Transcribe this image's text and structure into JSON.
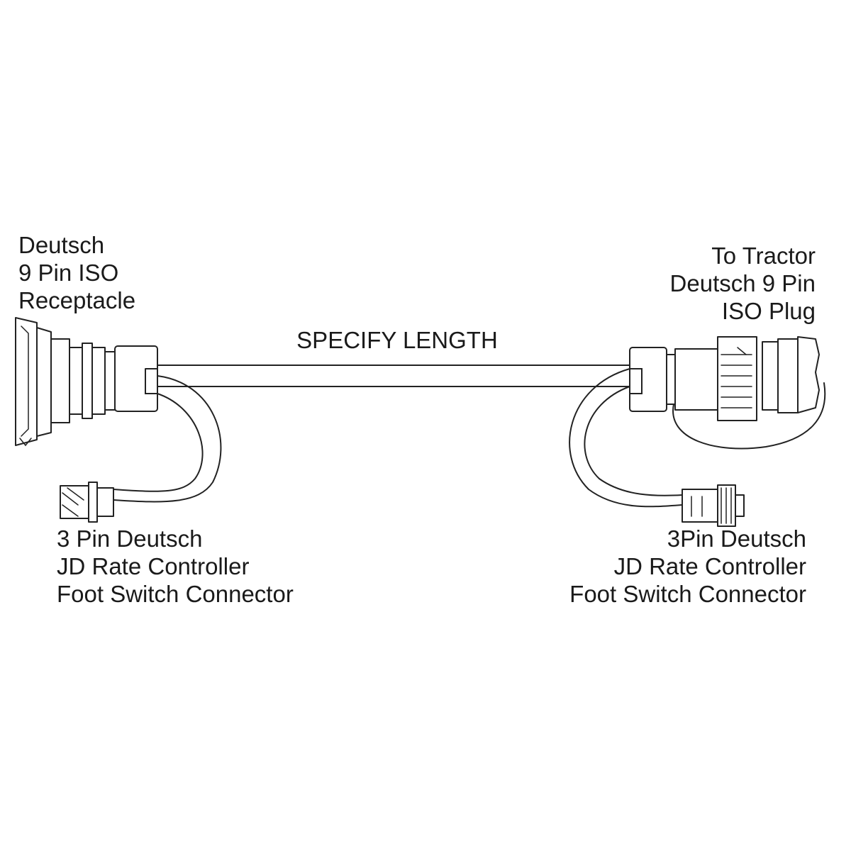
{
  "labels": {
    "left_receptacle": [
      "Deutsch",
      "9 Pin ISO",
      "Receptacle"
    ],
    "right_plug": [
      "To Tractor",
      "Deutsch 9 Pin",
      "ISO Plug"
    ],
    "cable_length": "SPECIFY LENGTH",
    "left_footswitch": [
      "3 Pin Deutsch",
      "JD Rate Controller",
      "Foot Switch Connector"
    ],
    "right_footswitch": [
      "3Pin Deutsch",
      "JD Rate Controller",
      "Foot Switch Connector"
    ]
  },
  "colors": {
    "line": "#222222",
    "background": "#ffffff",
    "text": "#1a1a1a"
  }
}
